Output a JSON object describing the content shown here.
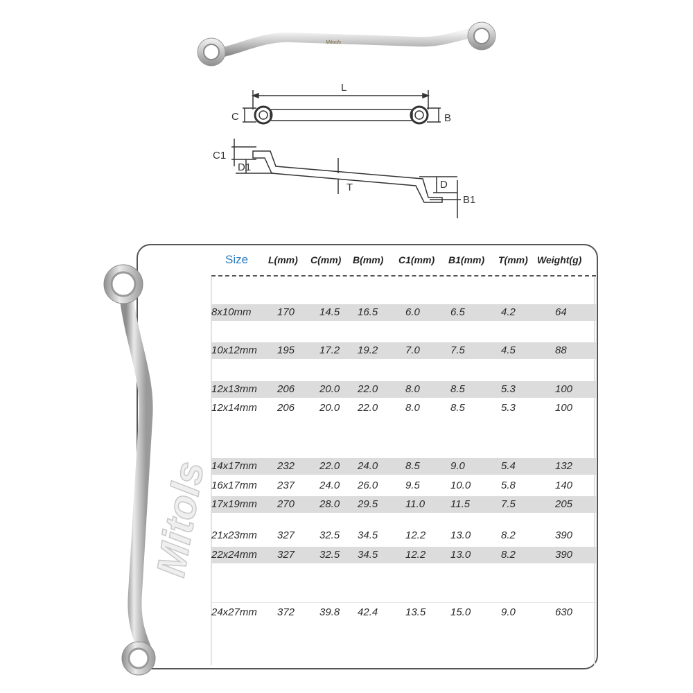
{
  "watermark": {
    "brand": "Mitols"
  },
  "diagram": {
    "labels": {
      "L": "L",
      "C": "C",
      "B": "B",
      "C1": "C1",
      "D1": "D1",
      "T": "T",
      "D": "D",
      "B1": "B1"
    }
  },
  "table": {
    "headers": [
      "Size",
      "L(mm)",
      "C(mm)",
      "B(mm)",
      "C1(mm)",
      "B1(mm)",
      "T(mm)",
      "Weight(g)"
    ],
    "rows": [
      {
        "size": "8x10mm",
        "L": "170",
        "C": "14.5",
        "B": "16.5",
        "C1": "6.0",
        "B1": "6.5",
        "T": "4.2",
        "W": "64"
      },
      {
        "size": "10x12mm",
        "L": "195",
        "C": "17.2",
        "B": "19.2",
        "C1": "7.0",
        "B1": "7.5",
        "T": "4.5",
        "W": "88"
      },
      {
        "size": "12x13mm",
        "L": "206",
        "C": "20.0",
        "B": "22.0",
        "C1": "8.0",
        "B1": "8.5",
        "T": "5.3",
        "W": "100"
      },
      {
        "size": "12x14mm",
        "L": "206",
        "C": "20.0",
        "B": "22.0",
        "C1": "8.0",
        "B1": "8.5",
        "T": "5.3",
        "W": "100"
      },
      {
        "size": "14x17mm",
        "L": "232",
        "C": "22.0",
        "B": "24.0",
        "C1": "8.5",
        "B1": "9.0",
        "T": "5.4",
        "W": "132"
      },
      {
        "size": "16x17mm",
        "L": "237",
        "C": "24.0",
        "B": "26.0",
        "C1": "9.5",
        "B1": "10.0",
        "T": "5.8",
        "W": "140"
      },
      {
        "size": "17x19mm",
        "L": "270",
        "C": "28.0",
        "B": "29.5",
        "C1": "11.0",
        "B1": "11.5",
        "T": "7.5",
        "W": "205"
      },
      {
        "size": "21x23mm",
        "L": "327",
        "C": "32.5",
        "B": "34.5",
        "C1": "12.2",
        "B1": "13.0",
        "T": "8.2",
        "W": "390"
      },
      {
        "size": "22x24mm",
        "L": "327",
        "C": "32.5",
        "B": "34.5",
        "C1": "12.2",
        "B1": "13.0",
        "T": "8.2",
        "W": "390"
      },
      {
        "size": "24x27mm",
        "L": "372",
        "C": "39.8",
        "B": "42.4",
        "C1": "13.5",
        "B1": "15.0",
        "T": "9.0",
        "W": "630"
      }
    ]
  },
  "colors": {
    "size_header": "#2a7bbf",
    "row_shade": "#dcdcdc",
    "frame": "#555555"
  }
}
